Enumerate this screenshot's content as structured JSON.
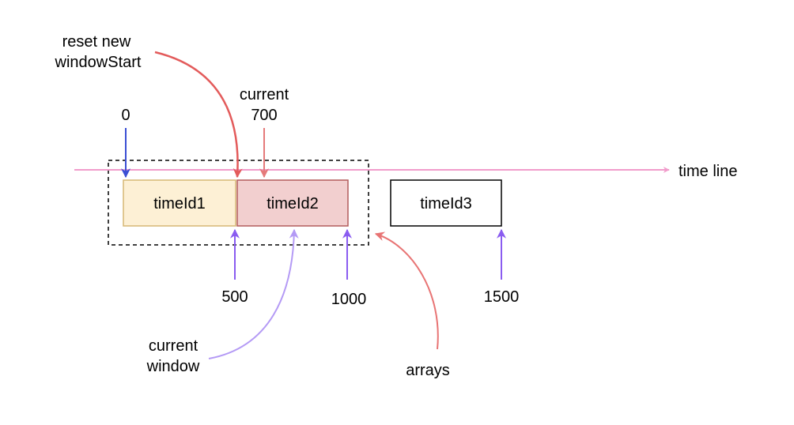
{
  "labels": {
    "reset_line1": "reset new",
    "reset_line2": "windowStart",
    "current_line1": "current",
    "current_value": "700",
    "zero": "0",
    "time_line": "time line",
    "tick_500": "500",
    "tick_1000": "1000",
    "tick_1500": "1500",
    "current_window_line1": "current",
    "current_window_line2": "window",
    "arrays": "arrays"
  },
  "boxes": {
    "box1": "timeId1",
    "box2": "timeId2",
    "box3": "timeId3"
  },
  "colors": {
    "timeline": "#f19ccb",
    "reset_arrow": "#e35b5b",
    "current_arrow": "#e57a7a",
    "zero_arrow": "#3b4fd4",
    "tick_arrow": "#8a5cf0",
    "window_curve": "#b49af5",
    "arrays_curve": "#e87474",
    "box1_fill": "#fdf0d5",
    "box1_stroke": "#d6b775",
    "box2_fill": "#f2cfcf",
    "box2_stroke": "#b35c5c",
    "box3_fill": "#ffffff",
    "box3_stroke": "#000000"
  }
}
